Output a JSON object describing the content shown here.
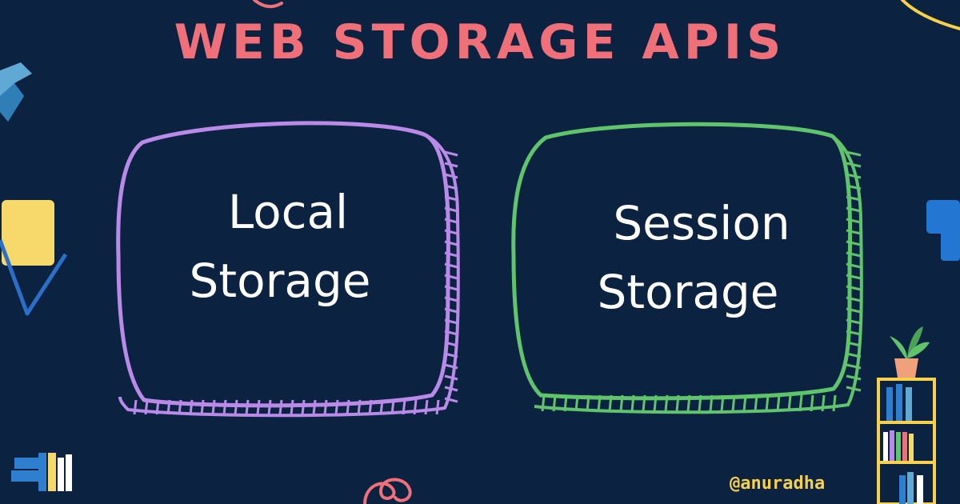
{
  "title": "WEB STORAGE APIS",
  "cards": [
    {
      "line1": "Local",
      "line2": "Storage",
      "color": "#b98ae8"
    },
    {
      "line1": "Session",
      "line2": "Storage",
      "color": "#5fc46b"
    }
  ],
  "handle": "@anuradha",
  "colors": {
    "background": "#0b2341",
    "title": "#f0707a",
    "handle": "#f7d14b"
  },
  "decorations": [
    "arrow-icon",
    "yellow-square",
    "blue-puzzle-piece",
    "plant-icon",
    "bookshelf-icon",
    "books-icon",
    "scribble"
  ]
}
